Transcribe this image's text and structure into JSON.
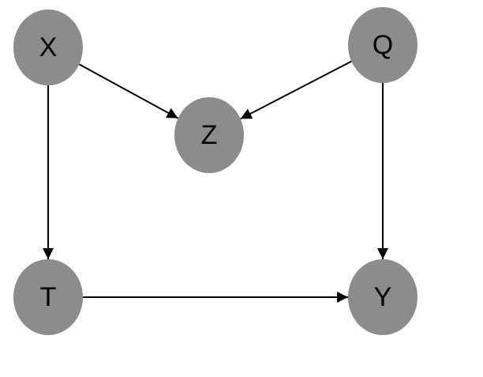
{
  "diagram": {
    "type": "directed-graph",
    "colors": {
      "node_fill": "#8c8c8c",
      "edge": "#000000",
      "label": "#000000",
      "background": "#ffffff"
    },
    "nodes": [
      {
        "id": "X",
        "label": "X"
      },
      {
        "id": "Q",
        "label": "Q"
      },
      {
        "id": "Z",
        "label": "Z"
      },
      {
        "id": "T",
        "label": "T"
      },
      {
        "id": "Y",
        "label": "Y"
      }
    ],
    "edges": [
      {
        "from": "X",
        "to": "Z"
      },
      {
        "from": "Q",
        "to": "Z"
      },
      {
        "from": "X",
        "to": "T"
      },
      {
        "from": "Q",
        "to": "Y"
      },
      {
        "from": "T",
        "to": "Y"
      }
    ]
  }
}
